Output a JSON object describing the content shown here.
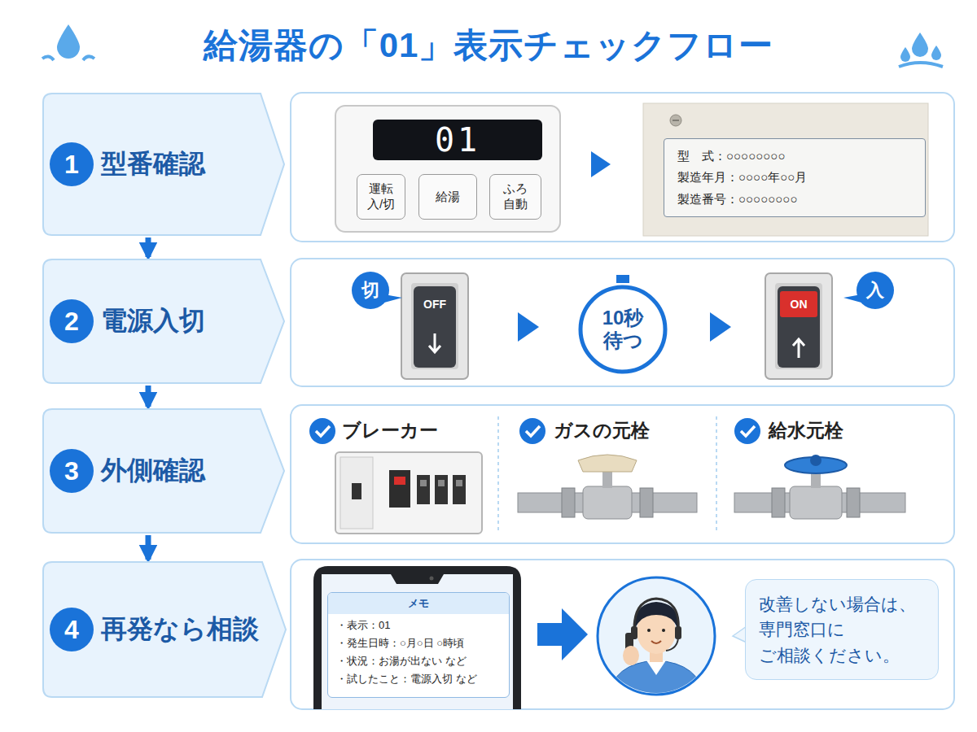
{
  "diagram": {
    "title": "給湯器の「01」表示チェックフロー",
    "nodes": [
      {
        "text": [
          "型番確認"
        ]
      },
      {
        "text": [
          "1"
        ],
        "in": 0
      },
      {
        "text": [
          "電源入切"
        ]
      },
      {
        "text": [
          "2"
        ],
        "in": 2
      },
      {
        "text": [
          "外側確認"
        ]
      },
      {
        "text": [
          "3"
        ],
        "in": 4
      },
      {
        "text": [
          "再発なら相談"
        ]
      },
      {
        "text": [
          "4"
        ],
        "in": 6
      },
      {
        "text": [
          "01"
        ]
      },
      {
        "text": [
          "運転 入/切"
        ]
      },
      {
        "text": [
          "給湯"
        ]
      },
      {
        "text": [
          "ふろ 自動"
        ]
      },
      {
        "text": [
          "型　式：○○○○○○○○",
          "製造年月：○○○○年○○月",
          "製造番号：○○○○○○○○"
        ]
      },
      {
        "text": [
          "切"
        ]
      },
      {
        "text": [
          "OFF"
        ]
      },
      {
        "text": [
          "10秒 待つ"
        ]
      },
      {
        "text": [
          "ON"
        ]
      },
      {
        "text": [
          "入"
        ]
      },
      {
        "text": [
          "メモ",
          "・表示：01",
          "・発生日時：○月○日 ○時頃",
          "・状況：お湯が出ない など",
          "・試したこと：電源入切 など"
        ]
      },
      {
        "text": [
          "改善しない場合は、 専門窓口に ご相談ください。"
        ]
      }
    ],
    "edges": [
      {
        "from": 0,
        "to": 2,
        "arrow": "to"
      },
      {
        "from": 2,
        "to": 4,
        "arrow": "to"
      },
      {
        "from": 4,
        "to": 6,
        "arrow": "to"
      }
    ],
    "labels": [
      "ブレーカー",
      "ガスの元栓",
      "給水元栓"
    ]
  }
}
